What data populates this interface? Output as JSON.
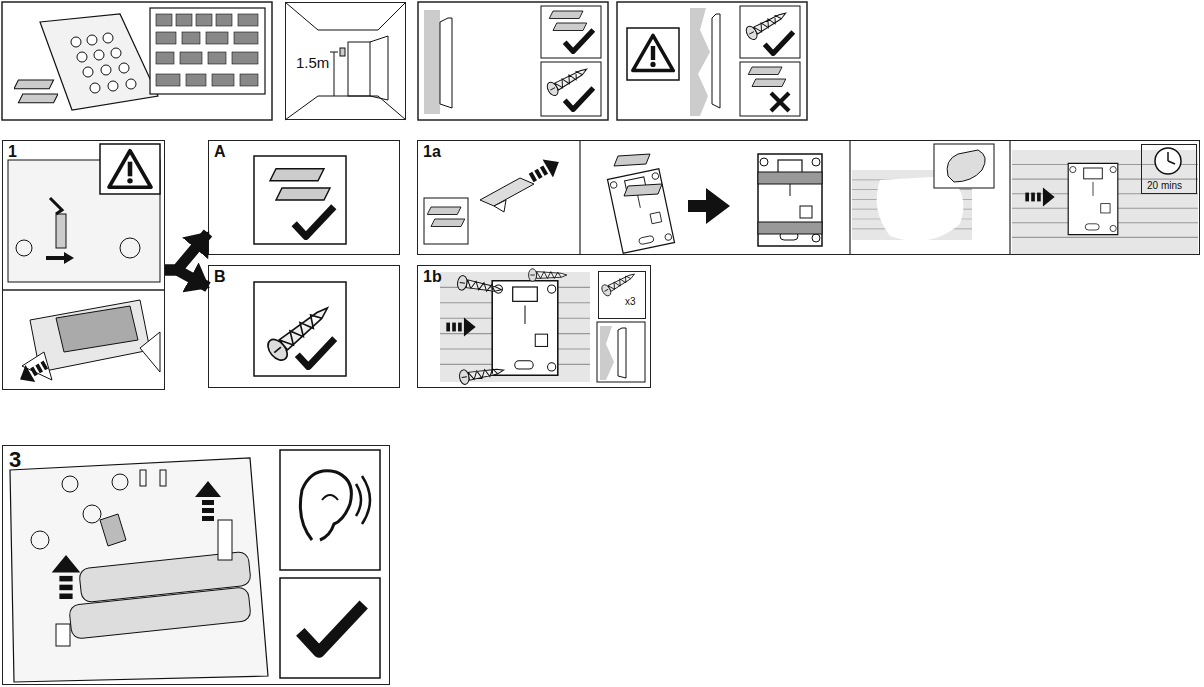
{
  "diagram": {
    "nodes": [
      {
        "text": [
          "1.5m"
        ]
      },
      {
        "text": [
          "1"
        ]
      },
      {
        "text": [
          "A"
        ]
      },
      {
        "text": [
          "1a"
        ]
      },
      {
        "text": [
          "20 mins"
        ],
        "in": 3
      },
      {
        "text": [
          "B"
        ]
      },
      {
        "text": [
          "1b"
        ]
      },
      {
        "text": [
          "x3"
        ],
        "in": 6
      },
      {
        "text": [
          "3"
        ]
      }
    ],
    "edges": [
      {
        "from": 1,
        "to": 2,
        "arrow": "to"
      },
      {
        "from": 1,
        "to": 5,
        "arrow": "to"
      }
    ]
  }
}
